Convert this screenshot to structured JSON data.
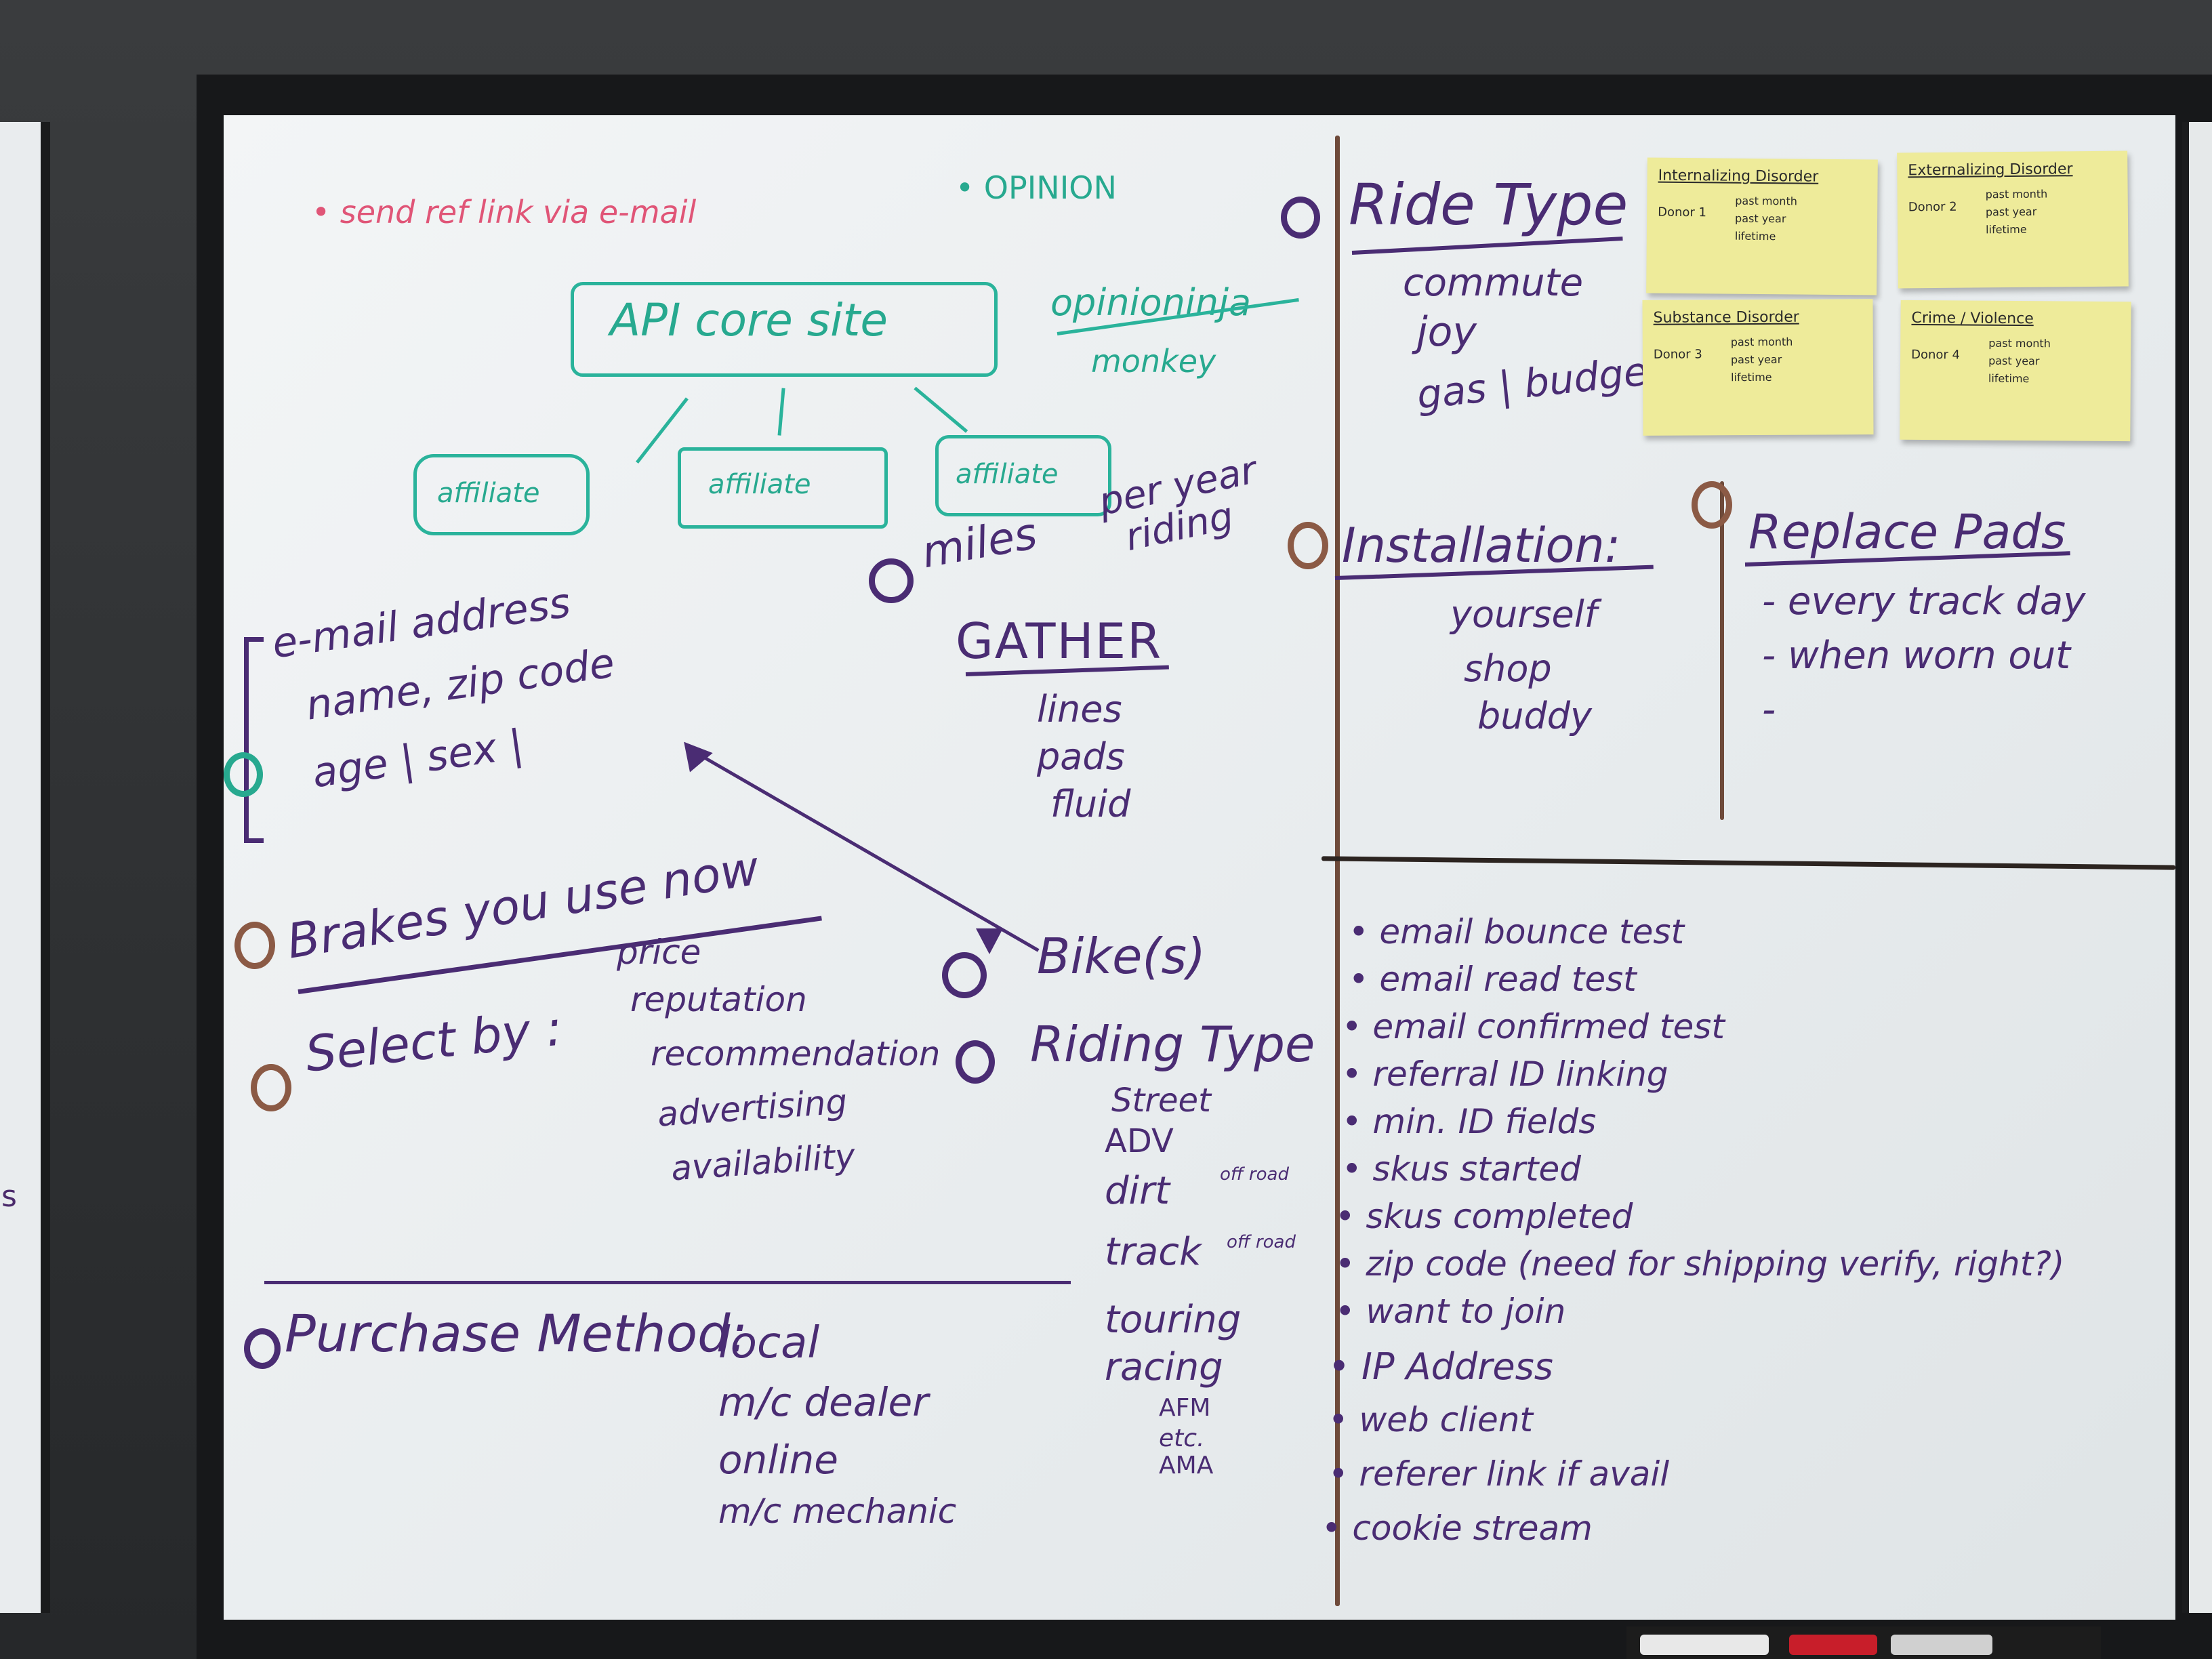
{
  "left": {
    "red_bullet": "send ref link via e-mail",
    "opinion_bullet": "OPINION",
    "api_box": "API core site",
    "opinion_sites": [
      "opinioninja",
      "monkey"
    ],
    "affiliates": [
      "affiliate",
      "affiliate",
      "affiliate"
    ],
    "miles": [
      "miles",
      "per year",
      "riding"
    ],
    "gather": {
      "title": "GATHER",
      "items": [
        "lines",
        "pads",
        "fluid"
      ]
    },
    "profile": [
      "e-mail address",
      "name, zip code",
      "age | sex |"
    ],
    "brakes": "Brakes you use now",
    "select_by": {
      "label": "Select by :",
      "items": [
        "price",
        "reputation",
        "recommendation",
        "advertising",
        "availability"
      ]
    },
    "bikes": "Bike(s)",
    "riding_type": {
      "label": "Riding Type",
      "items": [
        "Street",
        "ADV",
        "dirt",
        "track",
        "touring",
        "racing"
      ],
      "dirt_note": "off road",
      "track_note": "off road",
      "racing_sub": [
        "AFM",
        "etc.",
        "AMA"
      ]
    },
    "purchase": {
      "label": "Purchase Method:",
      "items": [
        "local",
        "m/c dealer",
        "online",
        "m/c mechanic"
      ]
    }
  },
  "right": {
    "ride_type": {
      "title": "Ride Type",
      "items": [
        "commute",
        "joy",
        "gas | budget"
      ]
    },
    "notes": [
      {
        "title": "Internalizing Disorder",
        "donor": "Donor 1",
        "lines": [
          "past month",
          "past year",
          "lifetime"
        ]
      },
      {
        "title": "Externalizing Disorder",
        "donor": "Donor 2",
        "lines": [
          "past month",
          "past year",
          "lifetime"
        ]
      },
      {
        "title": "Substance Disorder",
        "donor": "Donor 3",
        "lines": [
          "past month",
          "past year",
          "lifetime"
        ]
      },
      {
        "title": "Crime / Violence",
        "donor": "Donor 4",
        "lines": [
          "past month",
          "past year",
          "lifetime"
        ]
      }
    ],
    "installation": {
      "title": "Installation:",
      "items": [
        "yourself",
        "shop",
        "buddy"
      ]
    },
    "replace": {
      "title": "Replace Pads",
      "items": [
        "- every track day",
        "- when worn out",
        "-"
      ]
    },
    "checklist": [
      "email bounce test",
      "email read test",
      "email confirmed test",
      "referral ID linking",
      "min. ID fields",
      "skus started",
      "skus completed",
      "zip code (need for shipping verify, right?)",
      "want to join",
      "IP Address",
      "web client",
      "referer link if avail",
      "cookie stream"
    ]
  },
  "colors": {
    "purple": "#4a2c73",
    "teal": "#27a98f",
    "red": "#e05577",
    "brown": "#7a5140",
    "note": "#eeeb9a"
  }
}
